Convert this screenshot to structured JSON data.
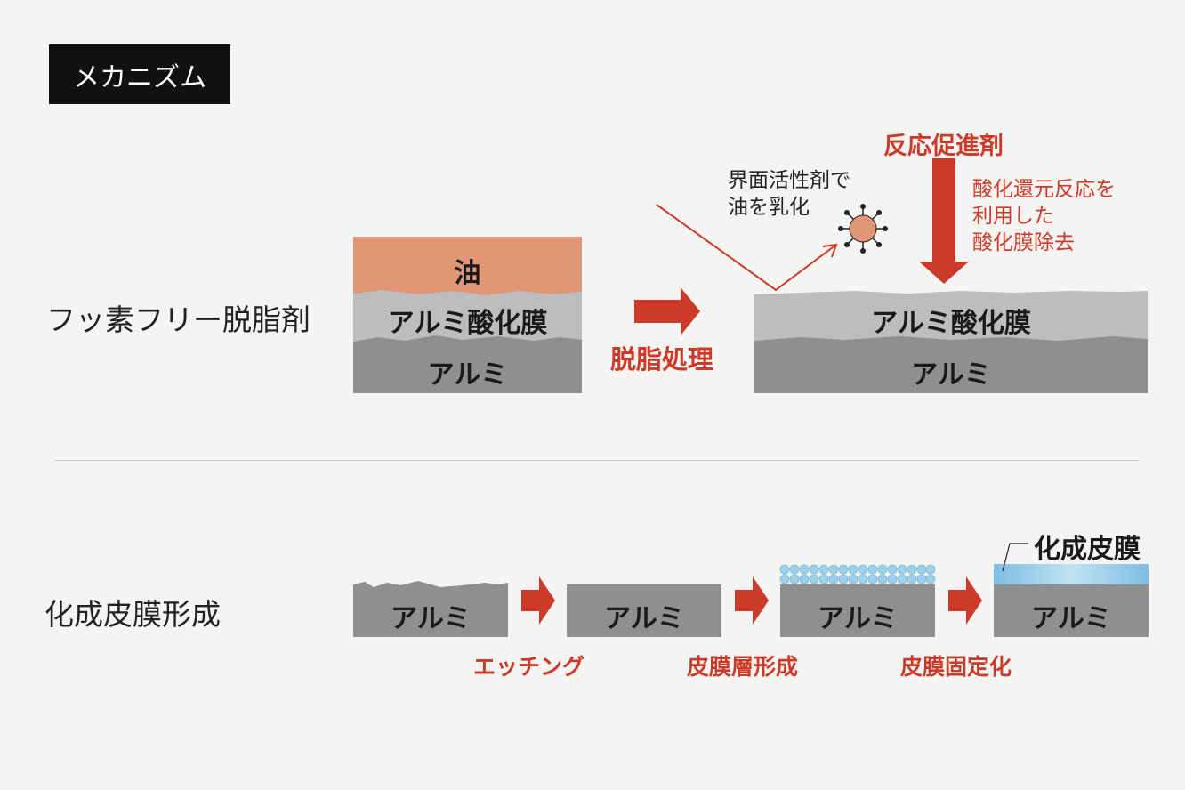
{
  "header": {
    "tag_label": "メカニズム"
  },
  "degreasing": {
    "row_label": "フッ素フリー脱脂剤",
    "before": {
      "oil": "油",
      "oxide": "アルミ酸化膜",
      "aluminum": "アルミ"
    },
    "process_label": "脱脂処理",
    "surfactant_note": [
      "界面活性剤で",
      "油を乳化"
    ],
    "accelerator_label": "反応促進剤",
    "accelerator_note": [
      "酸化還元反応を",
      "利用した",
      "酸化膜除去"
    ],
    "after": {
      "oxide": "アルミ酸化膜",
      "aluminum": "アルミ"
    }
  },
  "conversion": {
    "row_label": "化成皮膜形成",
    "blocks": [
      "アルミ",
      "アルミ",
      "アルミ",
      "アルミ"
    ],
    "steps": [
      "エッチング",
      "皮膜層形成",
      "皮膜固定化"
    ],
    "film_label": "化成皮膜"
  },
  "colors": {
    "accent_red": "#cc3b2a",
    "oil": "#e09677",
    "oxide": "#bdbdbd",
    "aluminum": "#8f8f8f",
    "film_blue": "#9fd0e8"
  }
}
